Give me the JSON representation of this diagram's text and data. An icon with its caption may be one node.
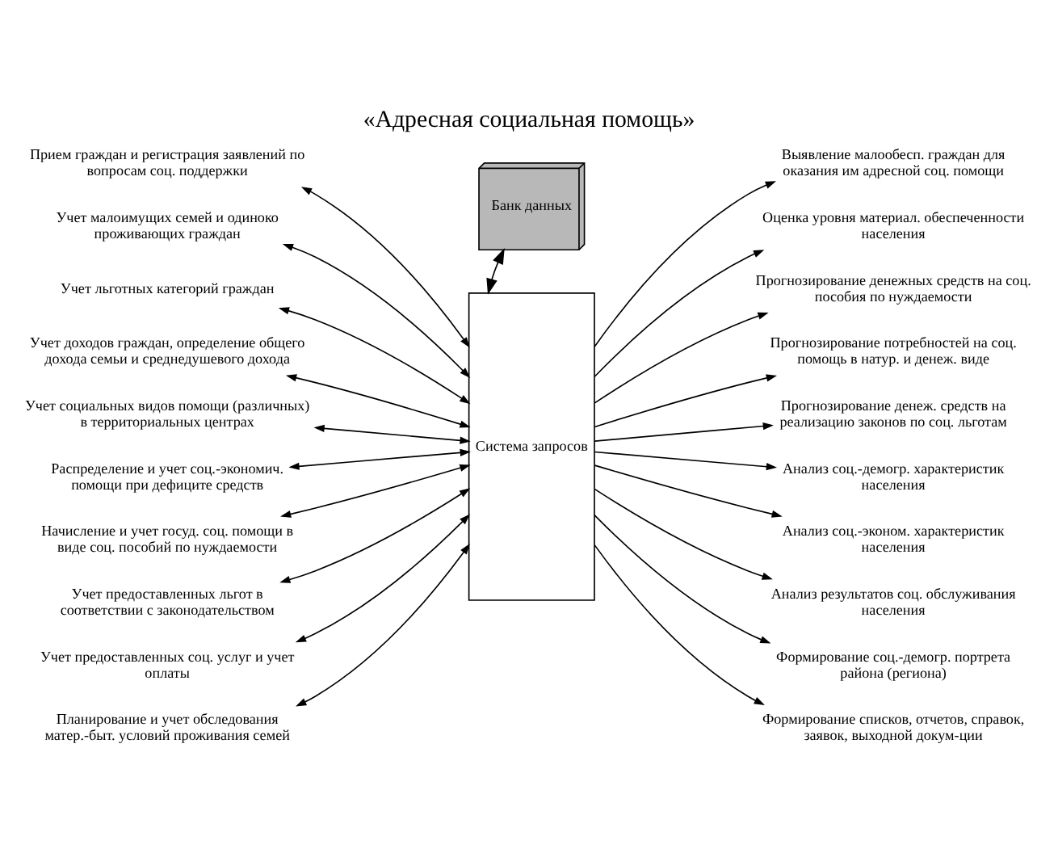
{
  "diagram": {
    "title": "«Адресная социальная помощь»",
    "nodes": [
      {
        "text": [
          "Прием граждан и регистрация заявлений по вопросам соц. поддержки"
        ]
      },
      {
        "text": [
          "Учет малоимущих семей и одиноко проживающих граждан"
        ]
      },
      {
        "text": [
          "Учет льготных категорий граждан"
        ]
      },
      {
        "text": [
          "Учет доходов граждан, определение общего дохода семьи и среднедушевого дохода"
        ]
      },
      {
        "text": [
          "Учет социальных видов помощи (различных) в территориальных центрах"
        ]
      },
      {
        "text": [
          "Распределение и учет соц.-экономич. помощи при дефиците средств"
        ]
      },
      {
        "text": [
          "Начисление и учет госуд. соц. помощи в виде соц. пособий по нуждаемости"
        ]
      },
      {
        "text": [
          "Учет предоставленных льгот в соответствии с законодательством"
        ]
      },
      {
        "text": [
          "Учет предоставленных соц. услуг и учет оплаты"
        ]
      },
      {
        "text": [
          "Планирование и учет обследования матер.-быт. условий проживания семей"
        ]
      },
      {
        "text": [
          "Банк данных"
        ]
      },
      {
        "text": [
          "Система запросов"
        ]
      },
      {
        "text": [
          "Выявление малообесп. граждан для оказания им адресной соц. помощи"
        ]
      },
      {
        "text": [
          "Оценка уровня материал. обеспеченности населения"
        ]
      },
      {
        "text": [
          "Прогнозирование денежных средств на соц. пособия по нуждаемости"
        ]
      },
      {
        "text": [
          "Прогнозирование потребностей на соц. помощь в натур. и денеж. виде"
        ]
      },
      {
        "text": [
          "Прогнозирование денеж. средств на реализацию законов по соц. льготам"
        ]
      },
      {
        "text": [
          "Анализ соц.-демогр. характеристик населения"
        ]
      },
      {
        "text": [
          "Анализ соц.-эконом. характеристик населения"
        ]
      },
      {
        "text": [
          "Анализ результатов соц. обслуживания населения"
        ]
      },
      {
        "text": [
          "Формирование соц.-демогр. портрета района (региона)"
        ]
      },
      {
        "text": [
          "Формирование списков, отчетов, справок, заявок, выходной докум-ции"
        ]
      }
    ],
    "edges": [
      {
        "from": 0,
        "to": 11,
        "arrow": "both"
      },
      {
        "from": 1,
        "to": 11,
        "arrow": "both"
      },
      {
        "from": 2,
        "to": 11,
        "arrow": "both"
      },
      {
        "from": 3,
        "to": 11,
        "arrow": "both"
      },
      {
        "from": 4,
        "to": 11,
        "arrow": "both"
      },
      {
        "from": 5,
        "to": 11,
        "arrow": "both"
      },
      {
        "from": 6,
        "to": 11,
        "arrow": "both"
      },
      {
        "from": 7,
        "to": 11,
        "arrow": "both"
      },
      {
        "from": 8,
        "to": 11,
        "arrow": "both"
      },
      {
        "from": 9,
        "to": 11,
        "arrow": "both"
      },
      {
        "from": 10,
        "to": 11,
        "arrow": "both"
      },
      {
        "from": 11,
        "to": 12,
        "arrow": "to"
      },
      {
        "from": 11,
        "to": 13,
        "arrow": "to"
      },
      {
        "from": 11,
        "to": 14,
        "arrow": "to"
      },
      {
        "from": 11,
        "to": 15,
        "arrow": "to"
      },
      {
        "from": 11,
        "to": 16,
        "arrow": "to"
      },
      {
        "from": 11,
        "to": 17,
        "arrow": "to"
      },
      {
        "from": 11,
        "to": 18,
        "arrow": "to"
      },
      {
        "from": 11,
        "to": 19,
        "arrow": "to"
      },
      {
        "from": 11,
        "to": 20,
        "arrow": "to"
      },
      {
        "from": 11,
        "to": 21,
        "arrow": "to"
      }
    ]
  }
}
